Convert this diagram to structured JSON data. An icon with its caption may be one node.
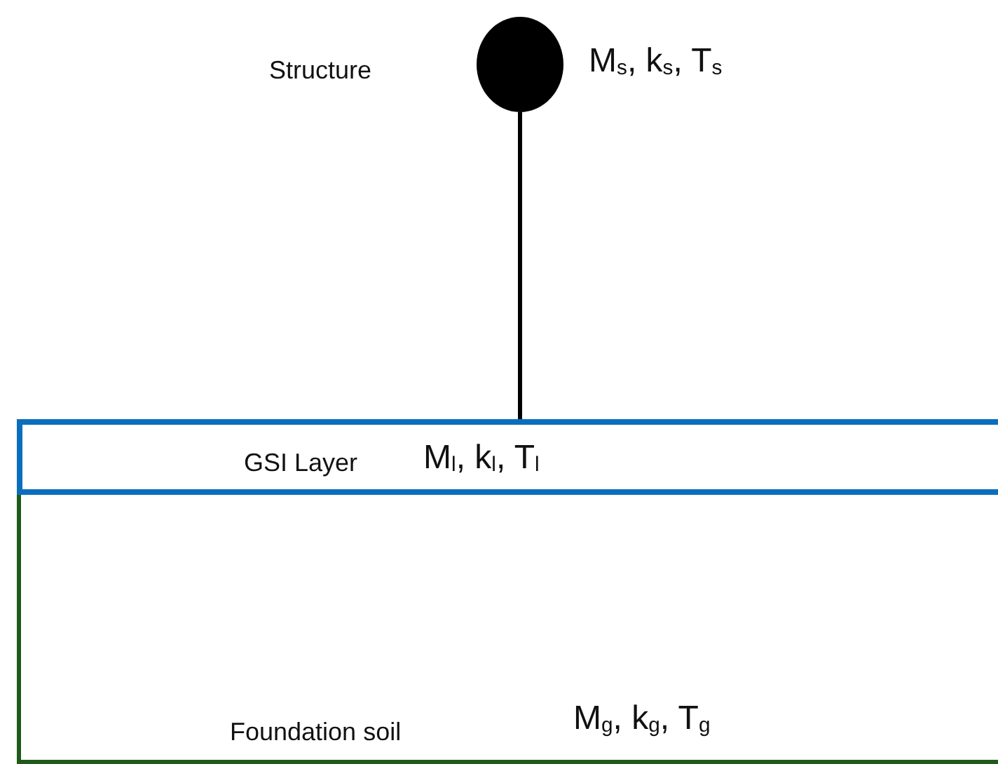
{
  "diagram": {
    "nodes": [
      {
        "text": [],
        "shape": "circle",
        "beside": [
          "M$_{s}$, k$_{s}$, T$_{s}$"
        ]
      },
      {
        "text": [
          "GSI Layer",
          "M$_{l}$, k$_{l}$, T$_{l}$"
        ]
      },
      {
        "text": [
          "Foundation soil",
          "M$_{g}$, k$_{g}$, T$_{g}$"
        ]
      }
    ],
    "edges": [
      {
        "from": 0,
        "to": 1,
        "arrow": "none"
      }
    ],
    "labels": [
      "Structure"
    ]
  }
}
